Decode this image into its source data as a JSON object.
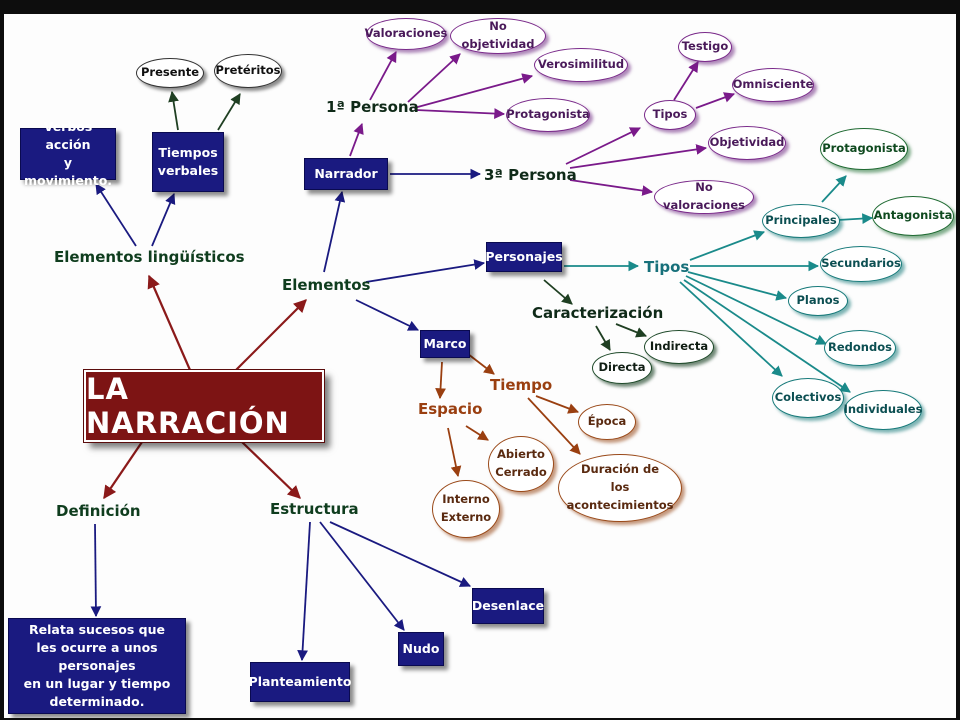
{
  "title": "LA NARRACIÓN",
  "nodes": {
    "elementos": "Elementos",
    "elementos_linguisticos": "Elementos lingüísticos",
    "verbos_accion": "Verbos acción\ny movimiento.",
    "tiempos_verbales": "Tiempos\nverbales",
    "presente": "Presente",
    "preteritos": "Pretéritos",
    "narrador": "Narrador",
    "primera_persona": "1ª Persona",
    "valoraciones": "Valoraciones",
    "no_objetividad": "No objetividad",
    "verosimilitud": "Verosimilitud",
    "protagonista_1": "Protagonista",
    "tercera_persona": "3ª Persona",
    "tipos_narrador": "Tipos",
    "testigo": "Testigo",
    "omnisciente": "Omnisciente",
    "objetividad": "Objetividad",
    "no_valoraciones": "No valoraciones",
    "personajes": "Personajes",
    "tipos_personajes": "Tipos",
    "principales": "Principales",
    "protagonista_2": "Protagonista",
    "antagonista": "Antagonista",
    "secundarios": "Secundarios",
    "planos": "Planos",
    "redondos": "Redondos",
    "colectivos": "Colectivos",
    "individuales": "Individuales",
    "caracterizacion": "Caracterización",
    "indirecta": "Indirecta",
    "directa": "Directa",
    "marco": "Marco",
    "tiempo": "Tiempo",
    "epoca": "Época",
    "duracion": "Duración de\nlos acontecimientos",
    "espacio": "Espacio",
    "abierto_cerrado": "Abierto\nCerrado",
    "interno_externo": "Interno\nExterno",
    "definicion": "Definición",
    "definicion_text": "Relata sucesos que\nles ocurre a unos personajes\nen un lugar y tiempo\ndeterminado.",
    "estructura": "Estructura",
    "planteamiento": "Planteamiento",
    "nudo": "Nudo",
    "desenlace": "Desenlace"
  },
  "colors": {
    "title_fill": "#7d1414",
    "box_fill": "#1a1a80",
    "arrow_red": "#8b1a1a",
    "arrow_navy": "#1a1a80",
    "arrow_dark_green": "#1f3f22",
    "arrow_purple": "#7a1a8a",
    "arrow_teal": "#1a8a8a",
    "arrow_orange": "#9a3f10"
  }
}
